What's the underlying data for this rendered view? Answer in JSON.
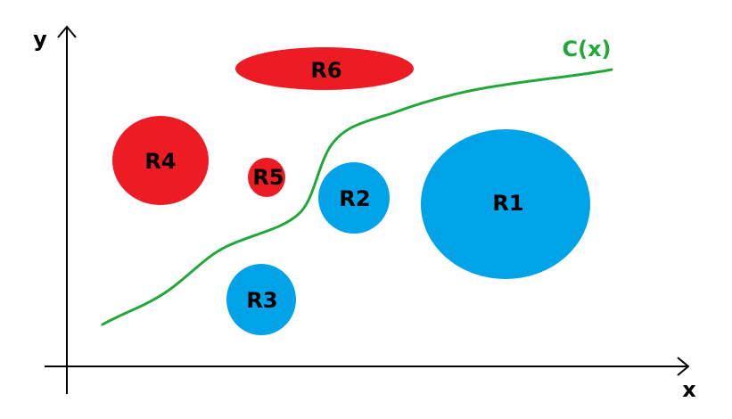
{
  "axes": {
    "x_label": "x",
    "y_label": "y"
  },
  "curve": {
    "label": "C(x)",
    "color": "#22a83a"
  },
  "regions": [
    {
      "id": "R1",
      "label": "R1",
      "color": "#00a2e8"
    },
    {
      "id": "R2",
      "label": "R2",
      "color": "#00a2e8"
    },
    {
      "id": "R3",
      "label": "R3",
      "color": "#00a2e8"
    },
    {
      "id": "R4",
      "label": "R4",
      "color": "#ed1c24"
    },
    {
      "id": "R5",
      "label": "R5",
      "color": "#ed1c24"
    },
    {
      "id": "R6",
      "label": "R6",
      "color": "#ed1c24"
    }
  ]
}
